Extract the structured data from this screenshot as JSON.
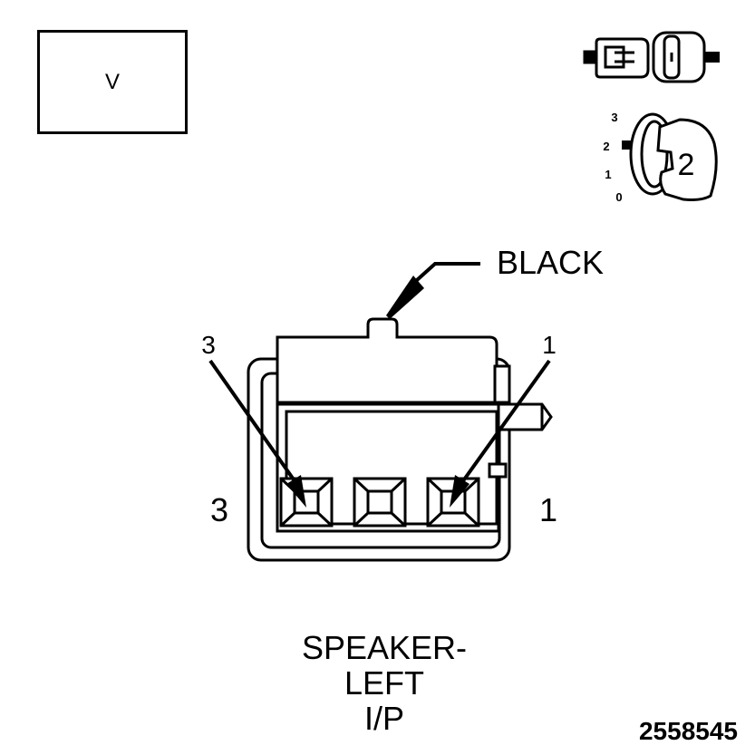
{
  "view_box": {
    "letter": "V"
  },
  "icons": {
    "connector_icon": "connector-halves-icon",
    "key_switch_icon": "ignition-key-icon",
    "key_positions": [
      "3",
      "2",
      "1",
      "0"
    ],
    "key_position_selected": "2"
  },
  "connector": {
    "color_label": "BLACK",
    "cavity_callouts": {
      "left": "3",
      "right": "1"
    },
    "side_labels": {
      "left": "3",
      "right": "1"
    }
  },
  "caption": {
    "line1": "SPEAKER-",
    "line2": "LEFT",
    "line3": "I/P"
  },
  "figure_id": "2558545"
}
